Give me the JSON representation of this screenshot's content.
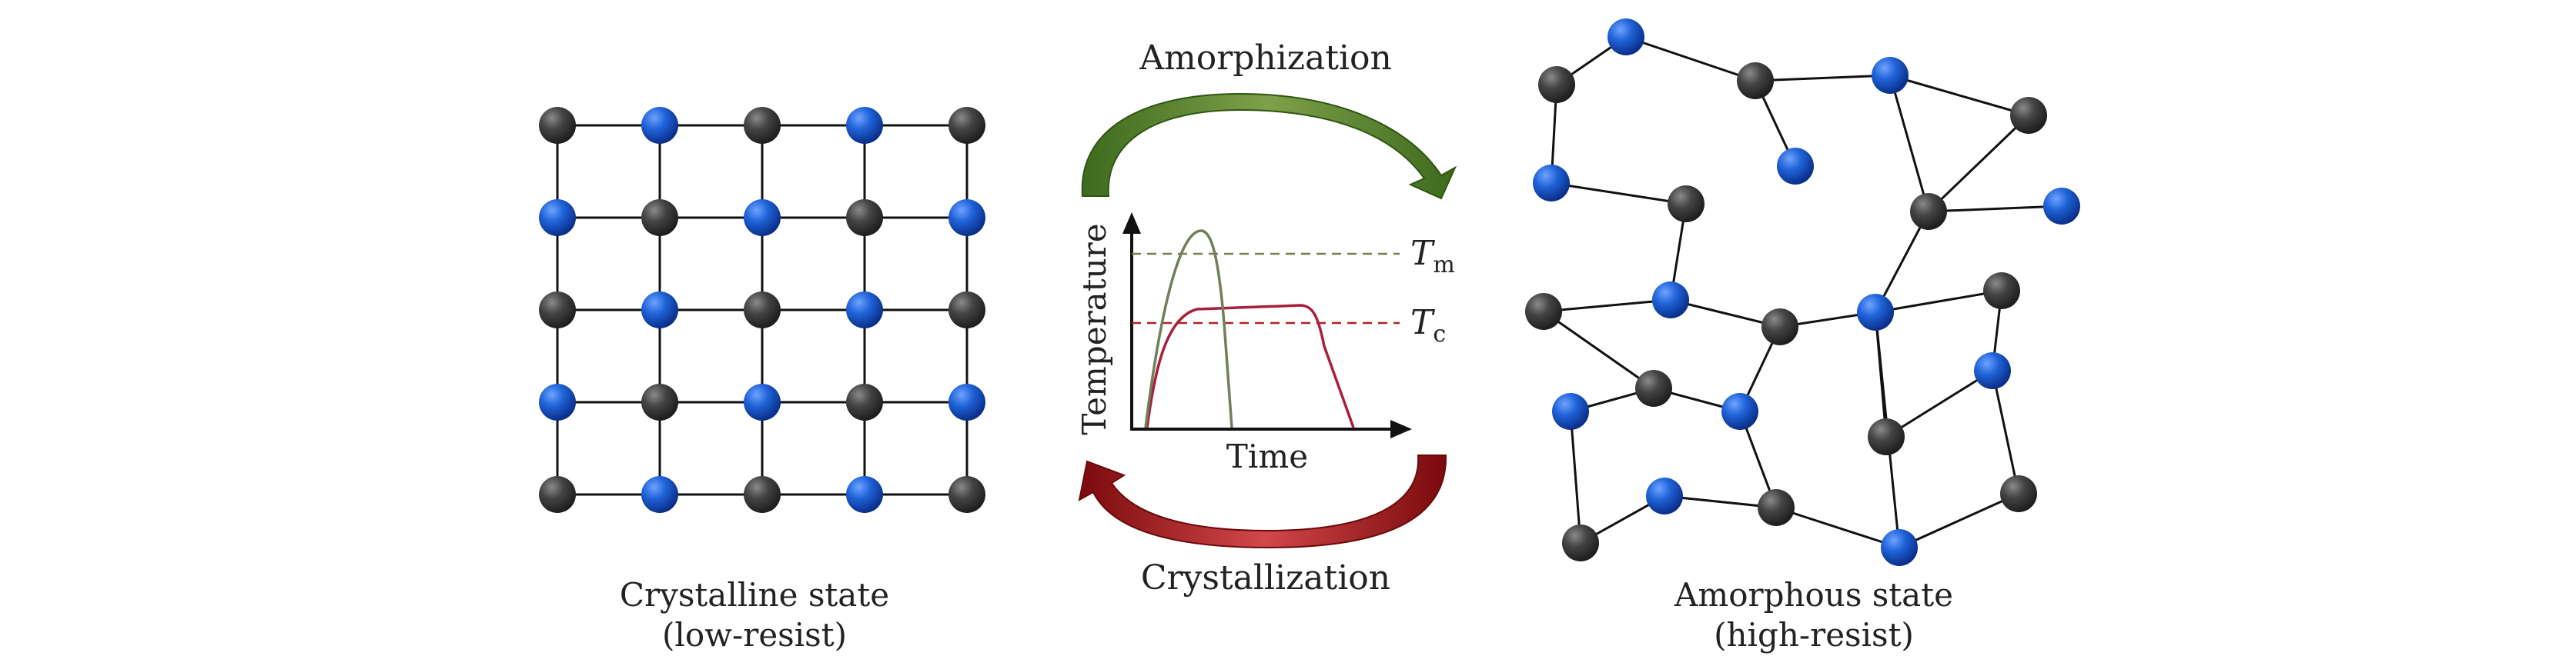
{
  "colors": {
    "atom_dark": "#3d3d3d",
    "atom_blue": "#1f63d8",
    "bond": "#111111",
    "amorphization_arrow": "#4f7a2a",
    "crystallization_arrow": "#a11416",
    "melt_line": "#7a7a55",
    "cryst_line": "#b0202a",
    "melt_pulse": "#6f7f5a",
    "cryst_pulse": "#a8203a"
  },
  "diagram": {
    "amorphization_label": "Amorphization",
    "crystallization_label": "Crystallization",
    "graph": {
      "xlabel": "Time",
      "ylabel": "Temperature",
      "tm_label": "T",
      "tm_sub": "m",
      "tc_label": "T",
      "tc_sub": "c"
    },
    "crystalline": {
      "title": "Crystalline state",
      "subtitle": "(low-resist)",
      "rows": [
        [
          "dark",
          "blue",
          "dark",
          "blue",
          "dark"
        ],
        [
          "blue",
          "dark",
          "blue",
          "dark",
          "blue"
        ],
        [
          "dark",
          "blue",
          "dark",
          "blue",
          "dark"
        ],
        [
          "blue",
          "dark",
          "blue",
          "dark",
          "blue"
        ],
        [
          "dark",
          "blue",
          "dark",
          "blue",
          "dark"
        ]
      ]
    },
    "amorphous": {
      "title": "Amorphous state",
      "subtitle": "(high-resist)"
    }
  }
}
